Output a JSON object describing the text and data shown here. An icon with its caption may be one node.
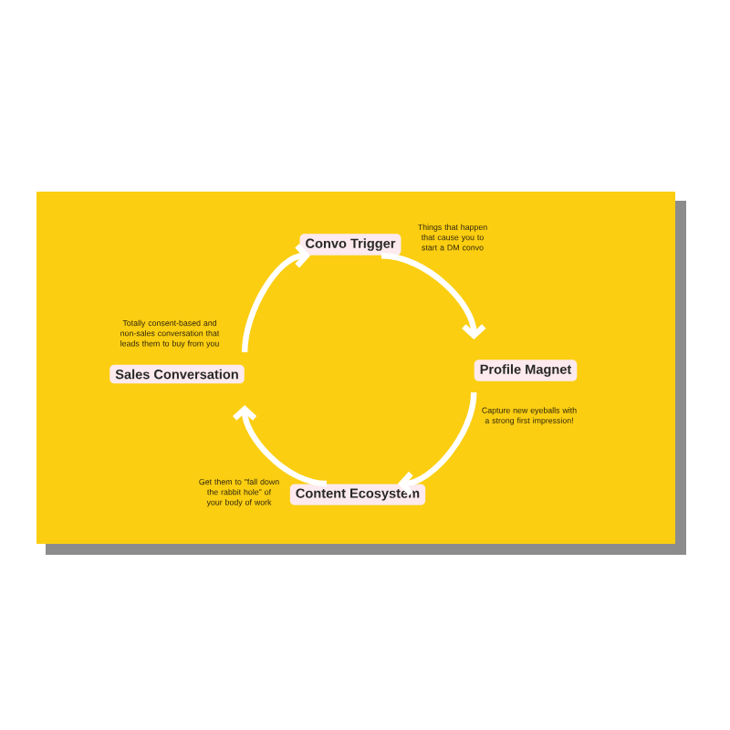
{
  "diagram": {
    "nodes": [
      {
        "text": [
          "Convo Trigger"
        ],
        "beside": [
          "Things that happen that cause you to start a DM convo"
        ]
      },
      {
        "text": [
          "Profile Magnet"
        ],
        "beside": [
          "Capture new eyeballs with a strong first impression!"
        ]
      },
      {
        "text": [
          "Content Ecosystem"
        ],
        "beside": [
          "Get them to \"fall down the rabbit hole\" of your body of work"
        ]
      },
      {
        "text": [
          "Sales Conversation"
        ],
        "beside": [
          "Totally consent-based and non-sales conversation that leads them to buy from you"
        ]
      }
    ],
    "edges": [
      {
        "from": 0,
        "to": 1,
        "arrow": "to"
      },
      {
        "from": 1,
        "to": 2,
        "arrow": "to"
      },
      {
        "from": 2,
        "to": 3,
        "arrow": "to"
      },
      {
        "from": 3,
        "to": 0,
        "arrow": "to"
      }
    ]
  }
}
